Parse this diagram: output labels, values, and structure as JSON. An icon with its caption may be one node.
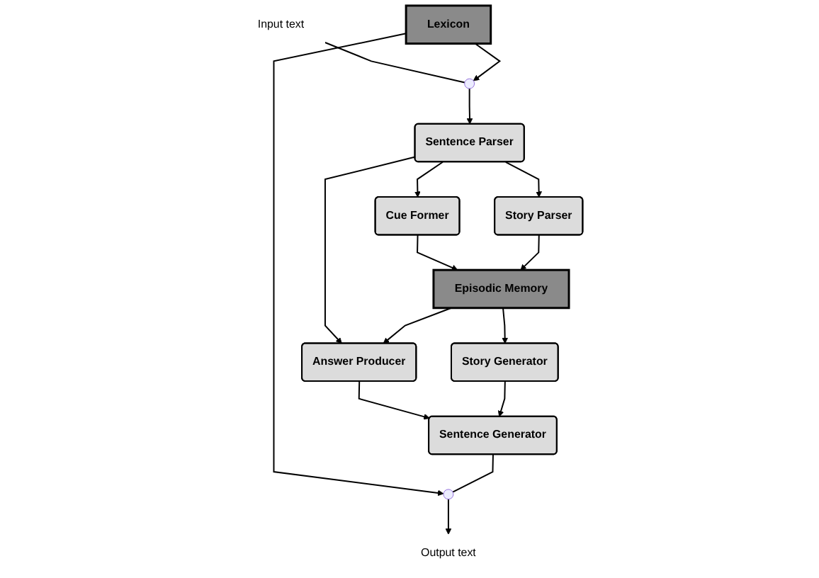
{
  "diagram": {
    "nodes": [
      {
        "text": [
          "Input text"
        ]
      },
      {
        "text": [
          "Output text"
        ]
      },
      {
        "text": [],
        "shape": "circle"
      },
      {
        "text": [
          "Lexicon"
        ]
      },
      {
        "text": [],
        "shape": "circle"
      },
      {
        "text": [
          "Sentence Parser"
        ]
      },
      {
        "text": [
          "Sentence Generator"
        ]
      },
      {
        "text": [
          "Cue Former"
        ]
      },
      {
        "text": [
          "Answer Producer"
        ]
      },
      {
        "text": [
          "Story Parser"
        ]
      },
      {
        "text": [
          "Episodic Memory"
        ]
      },
      {
        "text": [
          "Story Generator"
        ]
      }
    ],
    "edges": [
      {
        "from": 0,
        "to": 2,
        "arrow": "none"
      },
      {
        "from": 2,
        "to": 5,
        "arrow": "to"
      },
      {
        "from": 3,
        "to": 2,
        "arrow": "to"
      },
      {
        "from": 3,
        "to": 4,
        "arrow": "to"
      },
      {
        "from": 4,
        "to": 1,
        "arrow": "to"
      },
      {
        "from": 6,
        "to": 4,
        "arrow": "none"
      },
      {
        "from": 5,
        "to": 9,
        "arrow": "to"
      },
      {
        "from": 5,
        "to": 7,
        "arrow": "to"
      },
      {
        "from": 5,
        "to": 8,
        "arrow": "to"
      },
      {
        "from": 7,
        "to": 10,
        "arrow": "to"
      },
      {
        "from": 10,
        "to": 8,
        "arrow": "to"
      },
      {
        "from": 8,
        "to": 6,
        "arrow": "to"
      },
      {
        "from": 9,
        "to": 10,
        "arrow": "to"
      },
      {
        "from": 10,
        "to": 11,
        "arrow": "to"
      },
      {
        "from": 11,
        "to": 6,
        "arrow": "to"
      }
    ]
  }
}
